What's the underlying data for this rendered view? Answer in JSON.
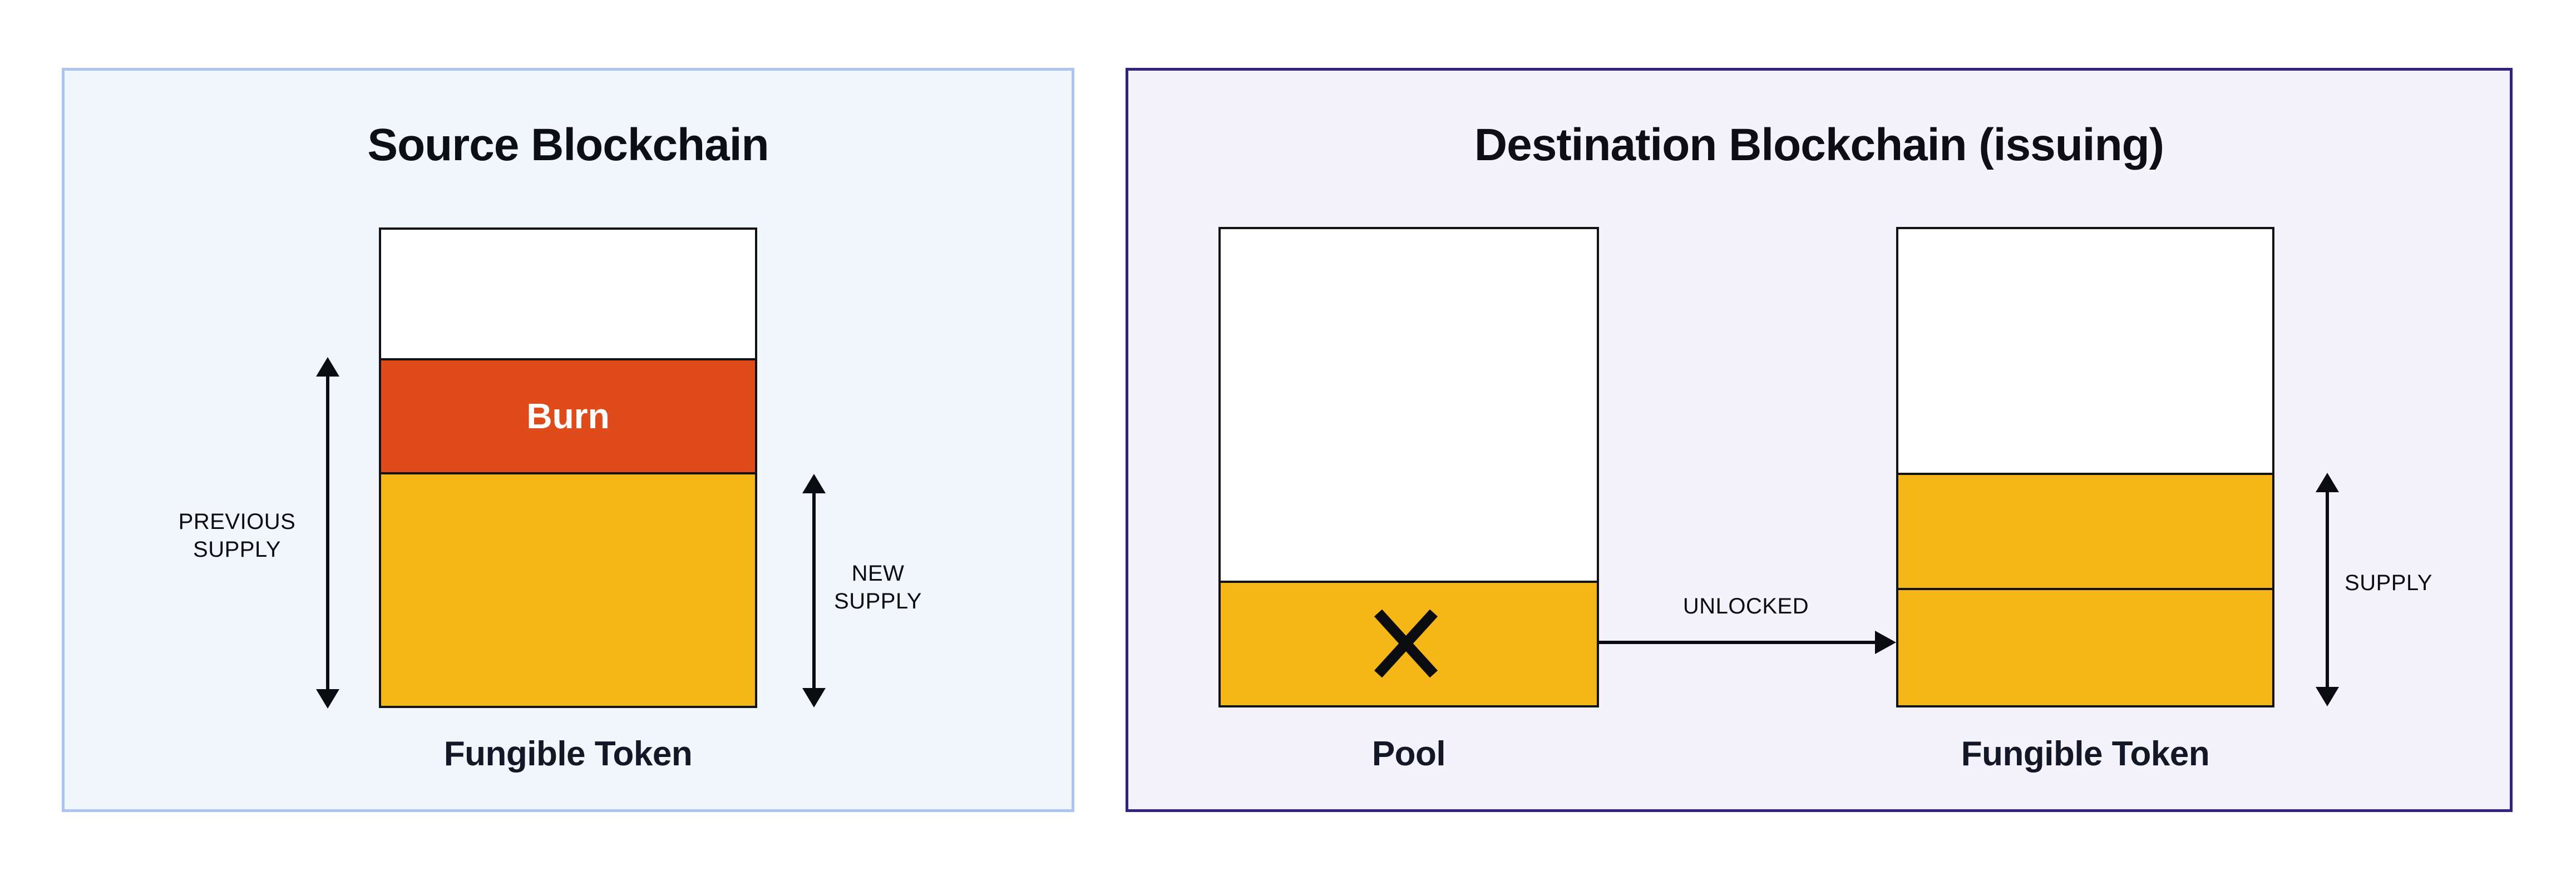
{
  "source_panel": {
    "title": "Source Blockchain",
    "token_bar": {
      "burn_label": "Burn",
      "caption": "Fungible Token"
    },
    "previous_supply": {
      "line1": "PREVIOUS",
      "line2": "SUPPLY"
    },
    "new_supply": {
      "line1": "NEW",
      "line2": "SUPPLY"
    }
  },
  "destination_panel": {
    "title": "Destination Blockchain (issuing)",
    "pool_bar": {
      "caption": "Pool"
    },
    "unlocked_label": "UNLOCKED",
    "token_bar": {
      "caption": "Fungible Token"
    },
    "supply_label": "SUPPLY"
  },
  "colors": {
    "page_background": "#FFFFFF",
    "source_panel_bg": "#F1F5FC",
    "source_panel_border": "#ABC4F2",
    "destination_panel_bg": "#F4F2FB",
    "destination_panel_border": "#352181",
    "bar_outline": "#101216",
    "burn_red": "#E04B1C",
    "token_yellow": "#F5B717",
    "arrow_black": "#0B0C0F",
    "title_text": "#0E0F14",
    "burn_text": "#FFFFFF"
  }
}
